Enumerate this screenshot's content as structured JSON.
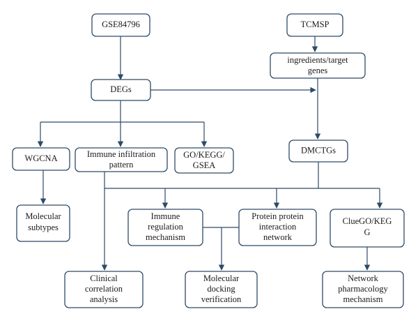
{
  "diagram": {
    "nodes": {
      "gse": "GSE84796",
      "tcmsp": "TCMSP",
      "ingredients": [
        "ingredients/target",
        "genes"
      ],
      "degs": "DEGs",
      "wgcna": "WGCNA",
      "immune_infiltration": [
        "Immune infiltration",
        "pattern"
      ],
      "go_kegg": [
        "GO/KEGG/",
        "GSEA"
      ],
      "dmctgs": "DMCTGs",
      "molecular_subtypes": [
        "Molecular",
        "subtypes"
      ],
      "immune_regulation": [
        "Immune",
        "regulation",
        "mechanism"
      ],
      "ppi": [
        "Protein protein",
        "interaction",
        "network"
      ],
      "cluego": [
        "ClueGO/KEG",
        "G"
      ],
      "clinical": [
        "Clinical",
        "correlation",
        "analysis"
      ],
      "docking": [
        "Molecular",
        "docking",
        "verification"
      ],
      "network_pharm": [
        "Network",
        "pharmacology",
        "mechanism"
      ]
    }
  }
}
